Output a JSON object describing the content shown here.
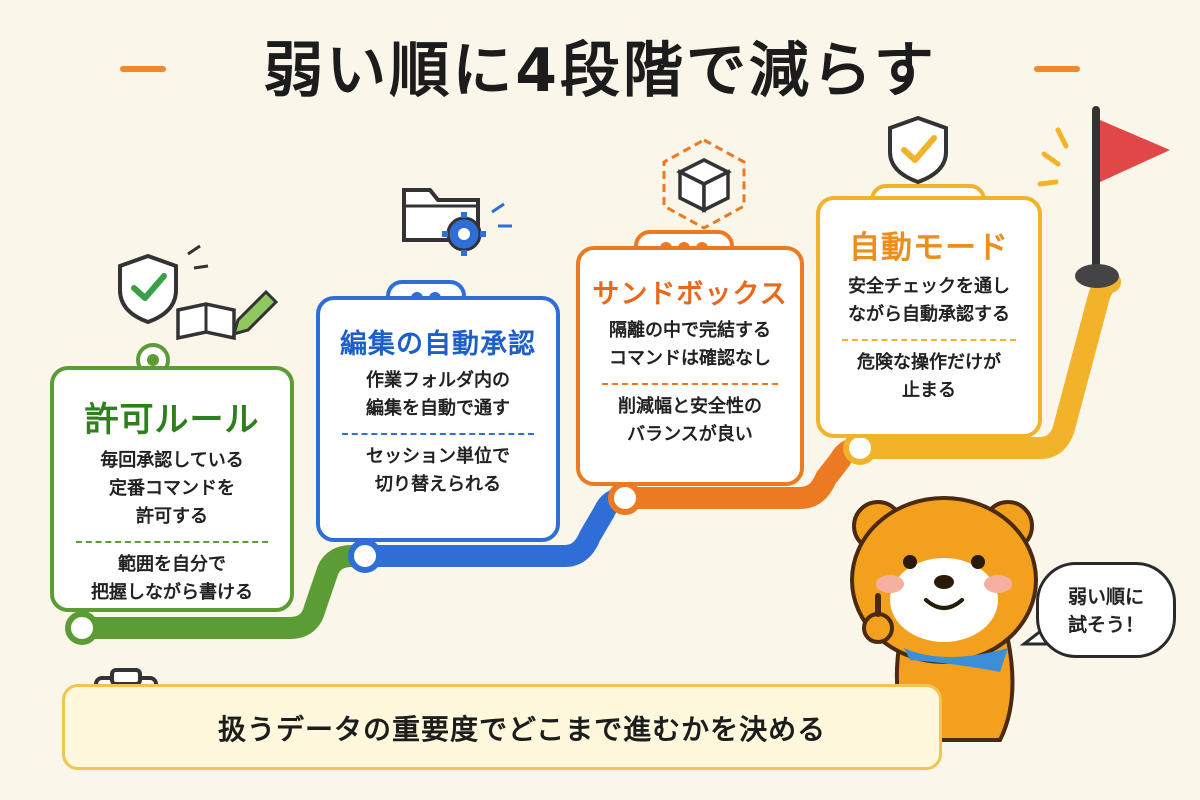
{
  "title": "弱い順に4段階で減らす",
  "steps": [
    {
      "heading": "許可ルール",
      "description": "毎回承認している\n定番コマンドを\n許可する",
      "note": "範囲を自分で\n把握しながら書ける",
      "color": "#5c9c34",
      "icon": "shield-check-book-pencil-icon"
    },
    {
      "heading": "編集の自動承認",
      "description": "作業フォルダ内の\n編集を自動で通す",
      "note": "セッション単位で\n切り替えられる",
      "color": "#2e6ed6",
      "icon": "folder-gear-icon"
    },
    {
      "heading": "サンドボックス",
      "description": "隔離の中で完結する\nコマンドは確認なし",
      "note": "削減幅と安全性の\nバランスが良い",
      "color": "#ec7a22",
      "icon": "cube-hexagon-icon"
    },
    {
      "heading": "自動モード",
      "description": "安全チェックを通し\nながら自動承認する",
      "note": "危険な操作だけが\n止まる",
      "color": "#f2b32a",
      "icon": "shield-check-icon"
    }
  ],
  "bottom_message": "扱うデータの重要度でどこまで進むかを決める",
  "speech_bubble": "弱い順に\n試そう！",
  "colors": {
    "background": "#fbf6ea",
    "accent": "#ee8a2c",
    "flag": "#e04848"
  }
}
